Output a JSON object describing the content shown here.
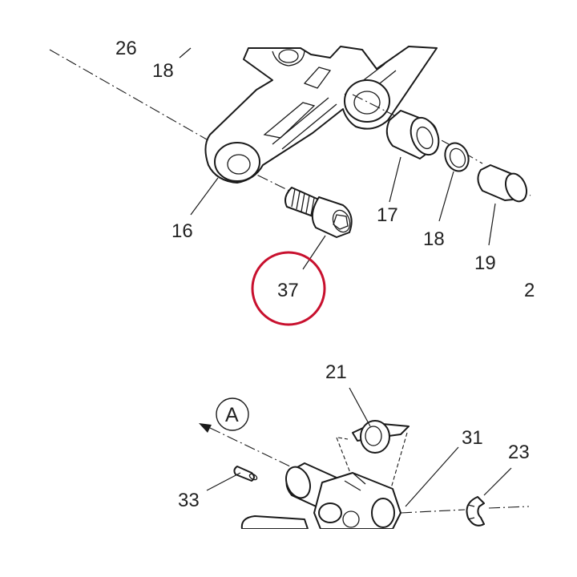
{
  "labels": {
    "p26_top": "26",
    "p18_top": "18",
    "p16": "16",
    "p17": "17",
    "p18": "18",
    "p19": "19",
    "p37": "37",
    "p21": "21",
    "pA": "A",
    "p31": "31",
    "p23": "23",
    "p33": "33"
  },
  "colors": {
    "highlight": "#c8102e",
    "ink": "#1a1a1a"
  }
}
